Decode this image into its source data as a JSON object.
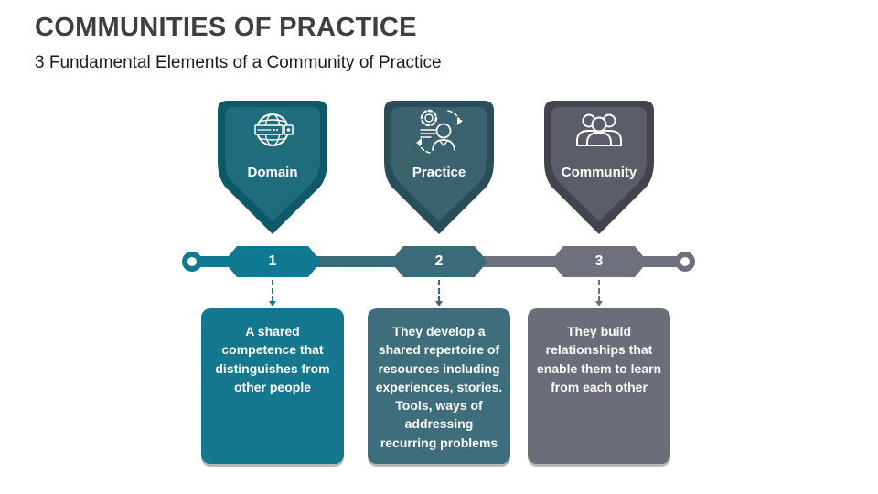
{
  "slide": {
    "title": "COMMUNITIES OF PRACTICE",
    "subtitle": "3 Fundamental Elements of a Community of Practice",
    "background_color": "#FFFFFF",
    "title_color": "#3F3F3F"
  },
  "items": [
    {
      "label": "Domain",
      "number": "1",
      "description": "A shared competence that distinguishes from other people",
      "icon": "globe-domain-icon",
      "shield_outer_color": "#0F586A",
      "shield_inner_color": "#1E6C7C",
      "node_color": "#0F7991",
      "box_color": "#16788E"
    },
    {
      "label": "Practice",
      "number": "2",
      "description": "They develop a shared repertoire of resources including experiences, stories. Tools, ways of addressing recurring problems",
      "icon": "gear-process-person-icon",
      "shield_outer_color": "#294E59",
      "shield_inner_color": "#3B636E",
      "node_color": "#3A6B79",
      "box_color": "#3E6D7C"
    },
    {
      "label": "Community",
      "number": "3",
      "description": "They build relationships that enable them to learn from each other",
      "icon": "people-group-icon",
      "shield_outer_color": "#43454E",
      "shield_inner_color": "#5B5D67",
      "node_color": "#6E707B",
      "box_color": "#6B6D79"
    }
  ]
}
